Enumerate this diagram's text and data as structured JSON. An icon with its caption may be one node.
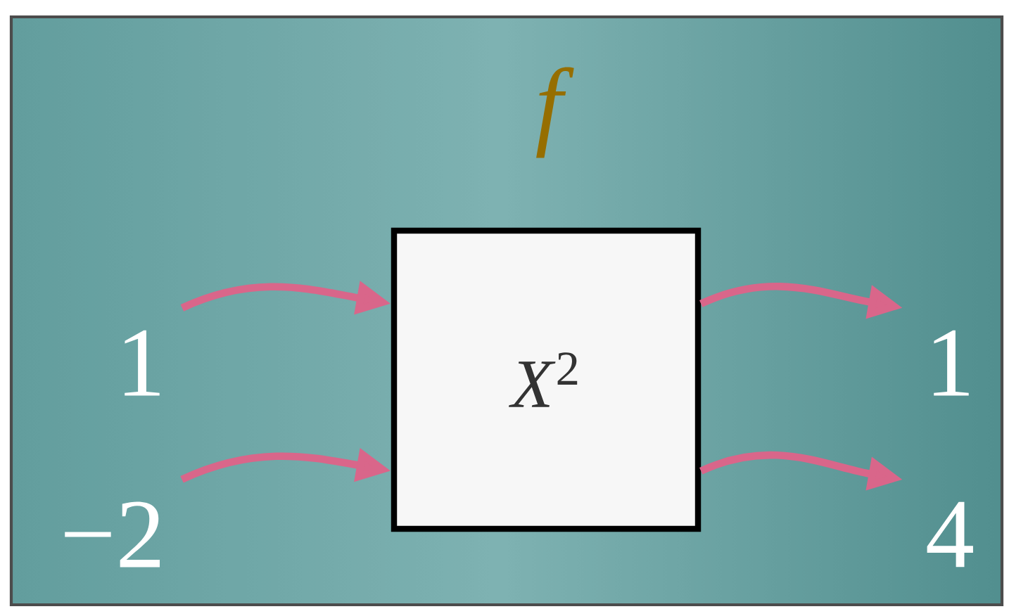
{
  "diagram": {
    "nodes": [
      {
        "text": [
          "*X*$^{2}$"
        ],
        "beside": [
          "f"
        ]
      },
      {
        "text": [
          "1"
        ]
      },
      {
        "text": [
          "−2"
        ]
      },
      {
        "text": [
          "1"
        ]
      },
      {
        "text": [
          "4"
        ]
      }
    ],
    "edges": [
      {
        "from": 1,
        "to": 0,
        "arrow": "to"
      },
      {
        "from": 2,
        "to": 0,
        "arrow": "to"
      },
      {
        "from": 0,
        "to": 3,
        "arrow": "to"
      },
      {
        "from": 0,
        "to": 4,
        "arrow": "to"
      }
    ]
  }
}
